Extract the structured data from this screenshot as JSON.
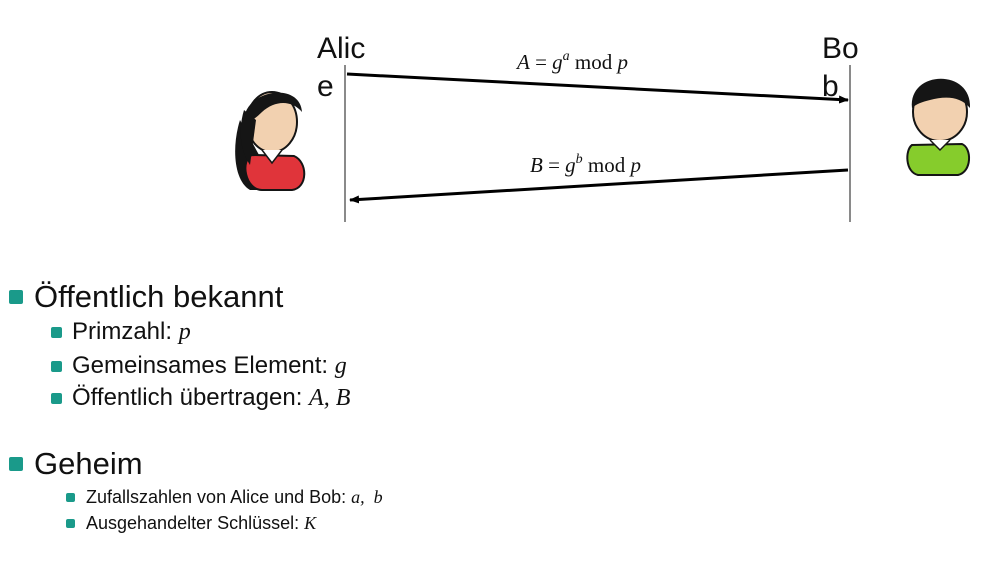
{
  "diagram": {
    "alice_name": "Alic\ne",
    "bob_name": "Bo\nb",
    "message_a": {
      "lhs": "A",
      "eq": " = ",
      "base": "g",
      "exp": "a",
      "mod": " mod ",
      "p": "p"
    },
    "message_b": {
      "lhs": "B",
      "eq": " = ",
      "base": "g",
      "exp": "b",
      "mod": " mod ",
      "p": "p"
    },
    "colors": {
      "alice_shirt": "#e0343a",
      "bob_shirt": "#86cc2c",
      "hair": "#151515",
      "skin": "#f2d1b0",
      "lifeline": "#8a8a8a"
    }
  },
  "public": {
    "heading": "Öffentlich bekannt",
    "items": [
      {
        "label": "Primzahl: ",
        "math": "p"
      },
      {
        "label": "Gemeinsames Element: ",
        "math": "g"
      },
      {
        "label": "Öffentlich übertragen: ",
        "math": "A, B"
      }
    ]
  },
  "secret": {
    "heading": "Geheim",
    "items": [
      {
        "label": "Zufallszahlen von Alice und Bob: ",
        "math": "a,  b"
      },
      {
        "label": "Ausgehandelter Schlüssel: ",
        "math": "K"
      }
    ]
  },
  "bullet_color": "#1a9a8a"
}
